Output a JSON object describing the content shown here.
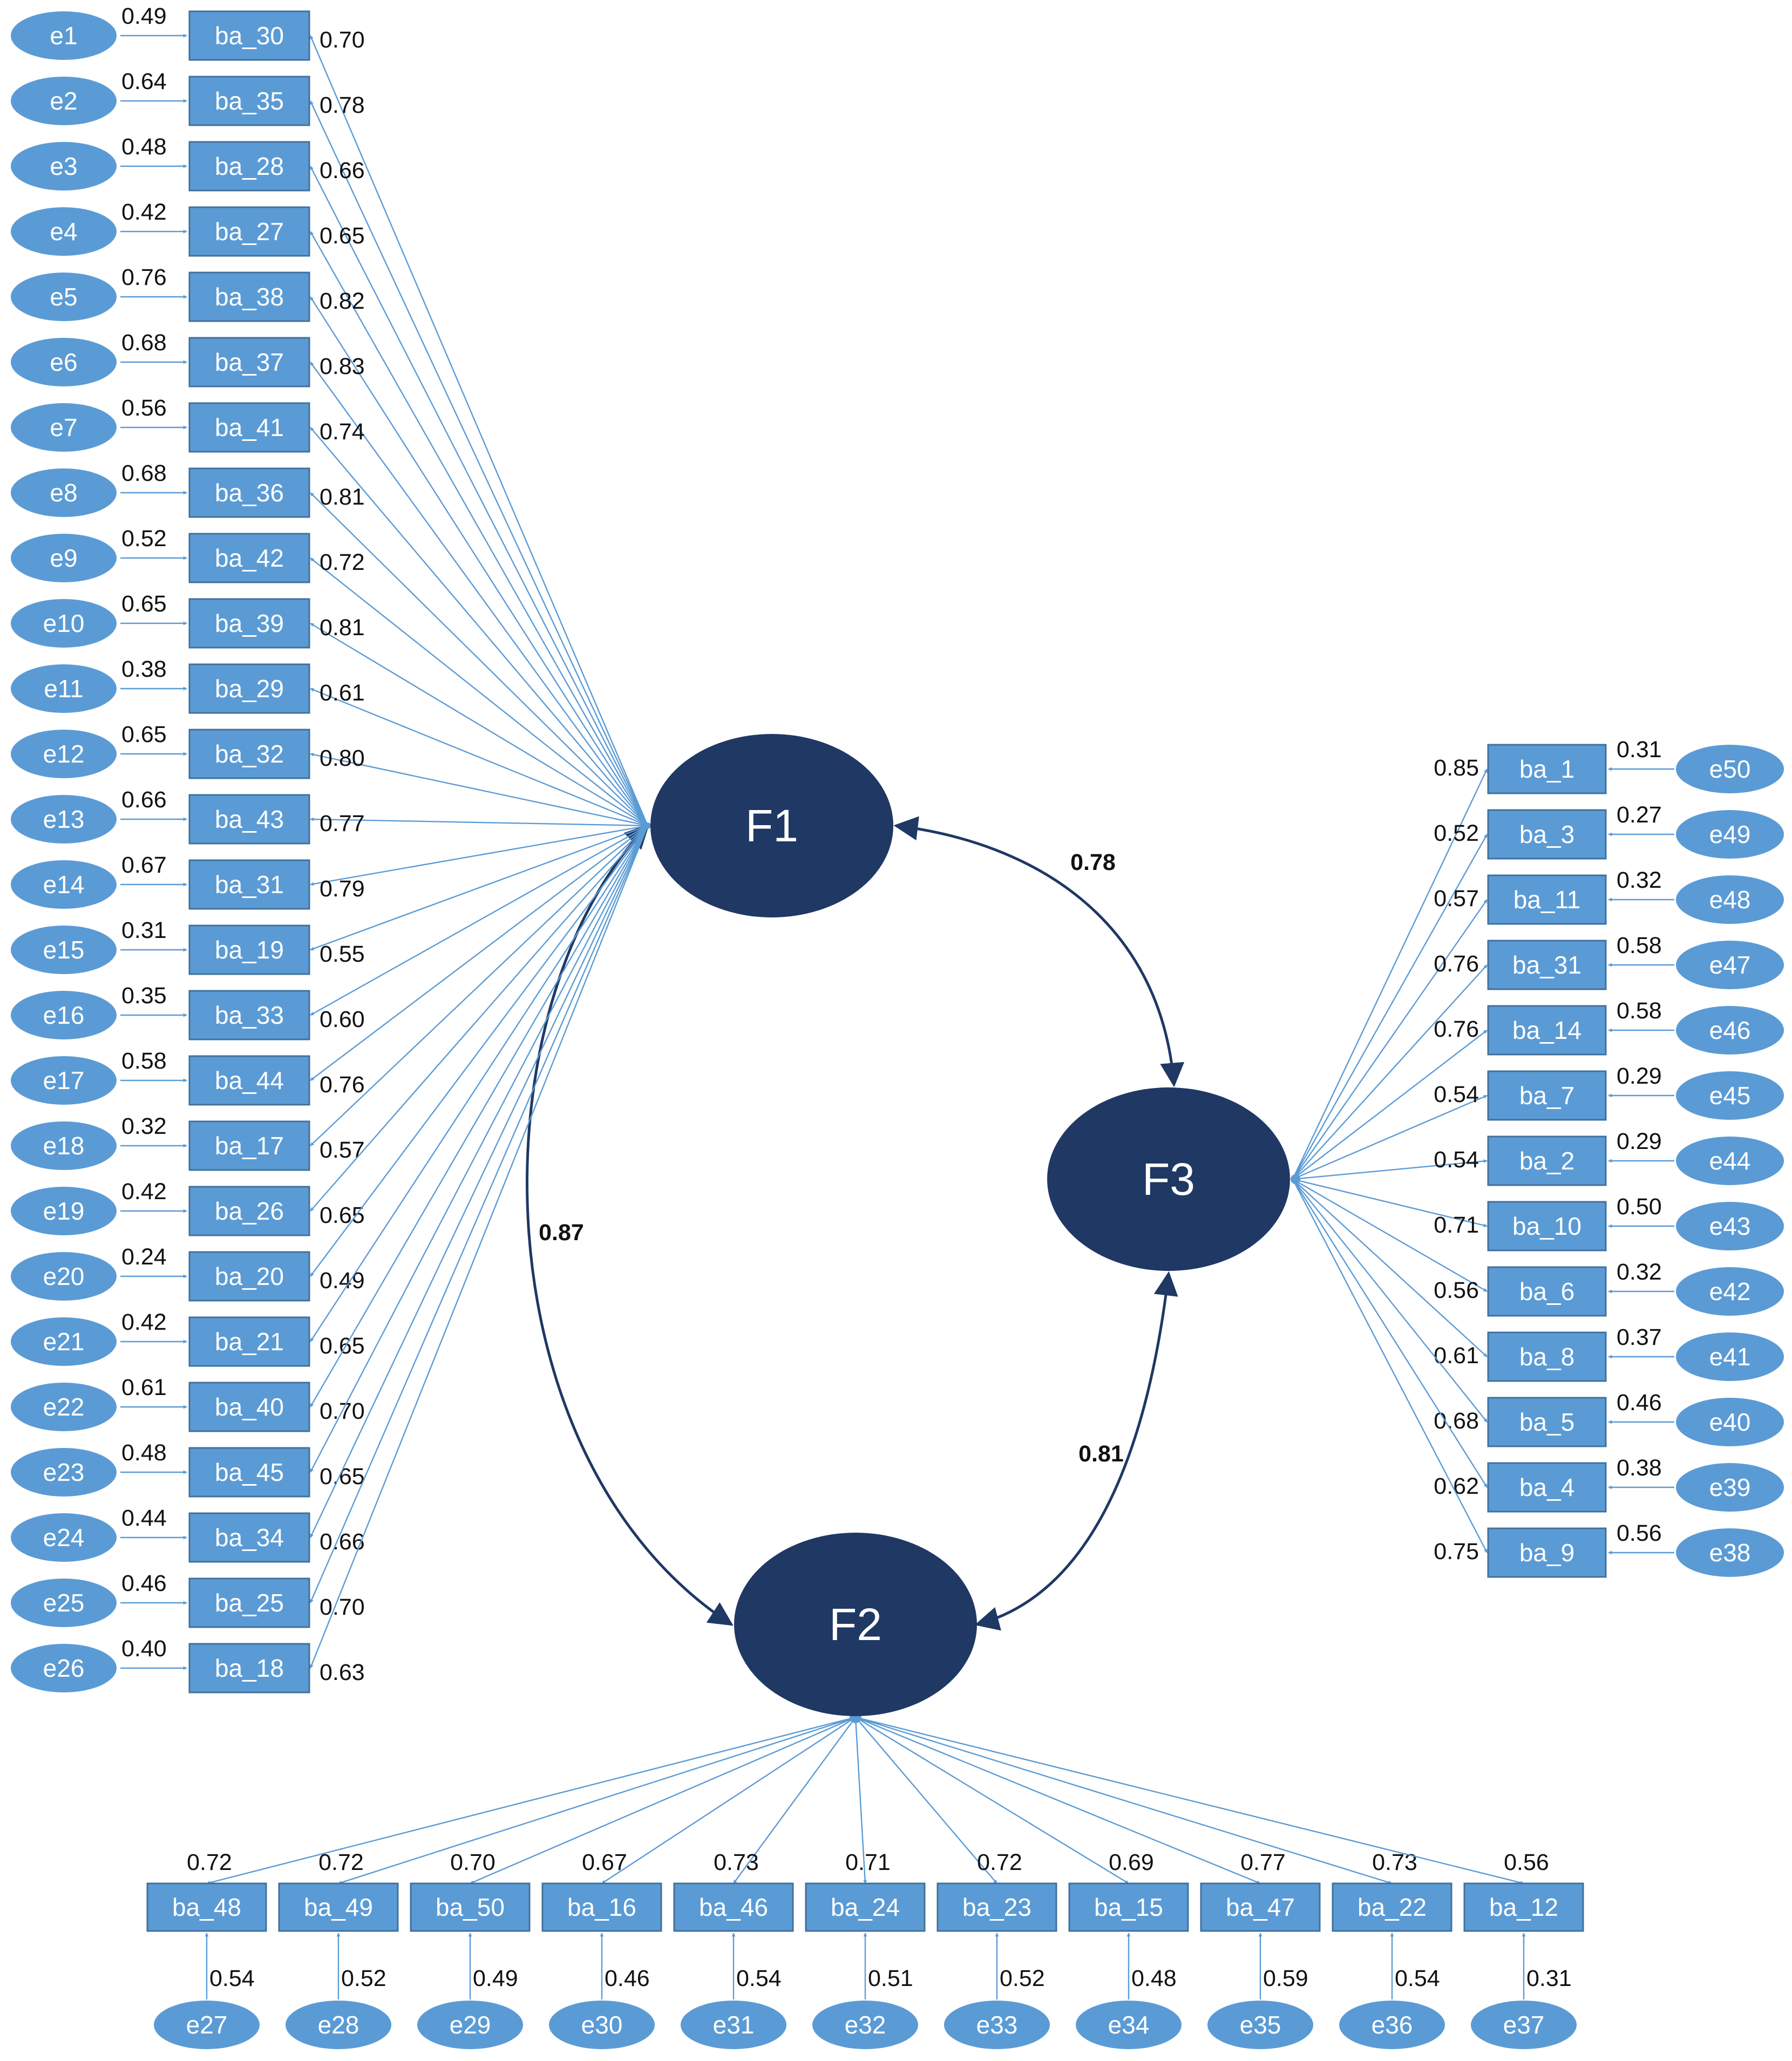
{
  "colors": {
    "indicator": "#5b9bd5",
    "latent": "#1f3864",
    "text_on_shape": "#ffffff",
    "coefficient_text": "#111111"
  },
  "latents": [
    {
      "id": "F1",
      "label": "F1"
    },
    {
      "id": "F2",
      "label": "F2"
    },
    {
      "id": "F3",
      "label": "F3"
    }
  ],
  "correlations": [
    {
      "from": "F1",
      "to": "F3",
      "value": "0.78"
    },
    {
      "from": "F1",
      "to": "F2",
      "value": "0.87"
    },
    {
      "from": "F3",
      "to": "F2",
      "value": "0.81"
    }
  ],
  "factor1_items": [
    {
      "error": "e1",
      "error_value": "0.49",
      "item": "ba_30",
      "loading": "0.70"
    },
    {
      "error": "e2",
      "error_value": "0.64",
      "item": "ba_35",
      "loading": "0.78"
    },
    {
      "error": "e3",
      "error_value": "0.48",
      "item": "ba_28",
      "loading": "0.66"
    },
    {
      "error": "e4",
      "error_value": "0.42",
      "item": "ba_27",
      "loading": "0.65"
    },
    {
      "error": "e5",
      "error_value": "0.76",
      "item": "ba_38",
      "loading": "0.82"
    },
    {
      "error": "e6",
      "error_value": "0.68",
      "item": "ba_37",
      "loading": "0.83"
    },
    {
      "error": "e7",
      "error_value": "0.56",
      "item": "ba_41",
      "loading": "0.74"
    },
    {
      "error": "e8",
      "error_value": "0.68",
      "item": "ba_36",
      "loading": "0.81"
    },
    {
      "error": "e9",
      "error_value": "0.52",
      "item": "ba_42",
      "loading": "0.72"
    },
    {
      "error": "e10",
      "error_value": "0.65",
      "item": "ba_39",
      "loading": "0.81"
    },
    {
      "error": "e11",
      "error_value": "0.38",
      "item": "ba_29",
      "loading": "0.61"
    },
    {
      "error": "e12",
      "error_value": "0.65",
      "item": "ba_32",
      "loading": "0.80"
    },
    {
      "error": "e13",
      "error_value": "0.66",
      "item": "ba_43",
      "loading": "0.77"
    },
    {
      "error": "e14",
      "error_value": "0.67",
      "item": "ba_31",
      "loading": "0.79"
    },
    {
      "error": "e15",
      "error_value": "0.31",
      "item": "ba_19",
      "loading": "0.55"
    },
    {
      "error": "e16",
      "error_value": "0.35",
      "item": "ba_33",
      "loading": "0.60"
    },
    {
      "error": "e17",
      "error_value": "0.58",
      "item": "ba_44",
      "loading": "0.76"
    },
    {
      "error": "e18",
      "error_value": "0.32",
      "item": "ba_17",
      "loading": "0.57"
    },
    {
      "error": "e19",
      "error_value": "0.42",
      "item": "ba_26",
      "loading": "0.65"
    },
    {
      "error": "e20",
      "error_value": "0.24",
      "item": "ba_20",
      "loading": "0.49"
    },
    {
      "error": "e21",
      "error_value": "0.42",
      "item": "ba_21",
      "loading": "0.65"
    },
    {
      "error": "e22",
      "error_value": "0.61",
      "item": "ba_40",
      "loading": "0.70"
    },
    {
      "error": "e23",
      "error_value": "0.48",
      "item": "ba_45",
      "loading": "0.65"
    },
    {
      "error": "e24",
      "error_value": "0.44",
      "item": "ba_34",
      "loading": "0.66"
    },
    {
      "error": "e25",
      "error_value": "0.46",
      "item": "ba_25",
      "loading": "0.70"
    },
    {
      "error": "e26",
      "error_value": "0.40",
      "item": "ba_18",
      "loading": "0.63"
    }
  ],
  "factor3_items": [
    {
      "error": "e50",
      "error_value": "0.31",
      "item": "ba_1",
      "loading": "0.85"
    },
    {
      "error": "e49",
      "error_value": "0.27",
      "item": "ba_3",
      "loading": "0.52"
    },
    {
      "error": "e48",
      "error_value": "0.32",
      "item": "ba_11",
      "loading": "0.57"
    },
    {
      "error": "e47",
      "error_value": "0.58",
      "item": "ba_31",
      "loading": "0.76"
    },
    {
      "error": "e46",
      "error_value": "0.58",
      "item": "ba_14",
      "loading": "0.76"
    },
    {
      "error": "e45",
      "error_value": "0.29",
      "item": "ba_7",
      "loading": "0.54"
    },
    {
      "error": "e44",
      "error_value": "0.29",
      "item": "ba_2",
      "loading": "0.54"
    },
    {
      "error": "e43",
      "error_value": "0.50",
      "item": "ba_10",
      "loading": "0.71"
    },
    {
      "error": "e42",
      "error_value": "0.32",
      "item": "ba_6",
      "loading": "0.56"
    },
    {
      "error": "e41",
      "error_value": "0.37",
      "item": "ba_8",
      "loading": "0.61"
    },
    {
      "error": "e40",
      "error_value": "0.46",
      "item": "ba_5",
      "loading": "0.68"
    },
    {
      "error": "e39",
      "error_value": "0.38",
      "item": "ba_4",
      "loading": "0.62"
    },
    {
      "error": "e38",
      "error_value": "0.56",
      "item": "ba_9",
      "loading": "0.75"
    }
  ],
  "factor2_items": [
    {
      "error": "e27",
      "error_value": "0.54",
      "item": "ba_48",
      "loading": "0.72"
    },
    {
      "error": "e28",
      "error_value": "0.52",
      "item": "ba_49",
      "loading": "0.72"
    },
    {
      "error": "e29",
      "error_value": "0.49",
      "item": "ba_50",
      "loading": "0.70"
    },
    {
      "error": "e30",
      "error_value": "0.46",
      "item": "ba_16",
      "loading": "0.67"
    },
    {
      "error": "e31",
      "error_value": "0.54",
      "item": "ba_46",
      "loading": "0.73"
    },
    {
      "error": "e32",
      "error_value": "0.51",
      "item": "ba_24",
      "loading": "0.71"
    },
    {
      "error": "e33",
      "error_value": "0.52",
      "item": "ba_23",
      "loading": "0.72"
    },
    {
      "error": "e34",
      "error_value": "0.48",
      "item": "ba_15",
      "loading": "0.69"
    },
    {
      "error": "e35",
      "error_value": "0.59",
      "item": "ba_47",
      "loading": "0.77"
    },
    {
      "error": "e36",
      "error_value": "0.54",
      "item": "ba_22",
      "loading": "0.73"
    },
    {
      "error": "e37",
      "error_value": "0.31",
      "item": "ba_12",
      "loading": "0.56"
    }
  ]
}
